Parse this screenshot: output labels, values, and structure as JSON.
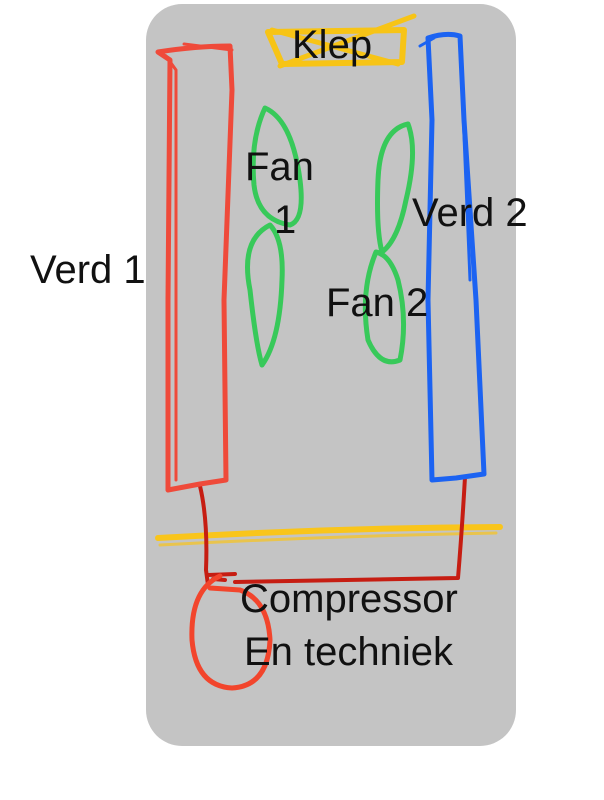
{
  "labels": {
    "klep": "Klep",
    "fan1_line1": "Fan",
    "fan1_line2": "1",
    "fan2": "Fan 2",
    "verd1": "Verd 1",
    "verd2": "Verd 2",
    "compressor_line1": "Compressor",
    "compressor_line2": "En techniek"
  },
  "colors": {
    "housing": "#c4c4c4",
    "background": "#ffffff",
    "evaporator_1": "#ef4a3a",
    "evaporator_2": "#1c63f2",
    "fans": "#38c95a",
    "valve": "#f7c416",
    "pipes": "#c61d12",
    "divider": "#f9c51b",
    "compressor": "#f2452c"
  }
}
